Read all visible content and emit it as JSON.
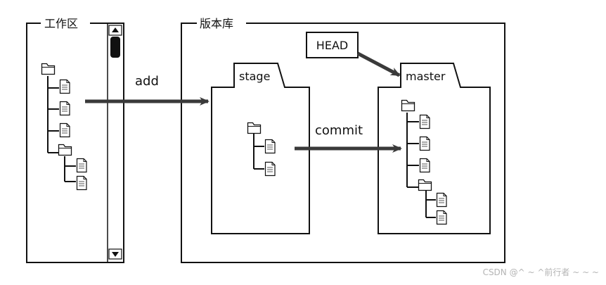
{
  "workspace": {
    "title": "工作区"
  },
  "repository": {
    "title": "版本库",
    "stage_label": "stage",
    "master_label": "master",
    "head_label": "HEAD"
  },
  "arrows": {
    "add_label": "add",
    "commit_label": "commit"
  },
  "watermark": "CSDN @^ ~ ^前行者 ~ ~ ~",
  "colors": {
    "line": "#111111",
    "arrow": "#3a3a3a",
    "file_line": "#555555",
    "watermark": "#b4b4b4"
  },
  "icons": {
    "folder": "folder-icon",
    "file": "file-icon",
    "scroll_up": "triangle-up-icon",
    "scroll_down": "triangle-down-icon"
  }
}
